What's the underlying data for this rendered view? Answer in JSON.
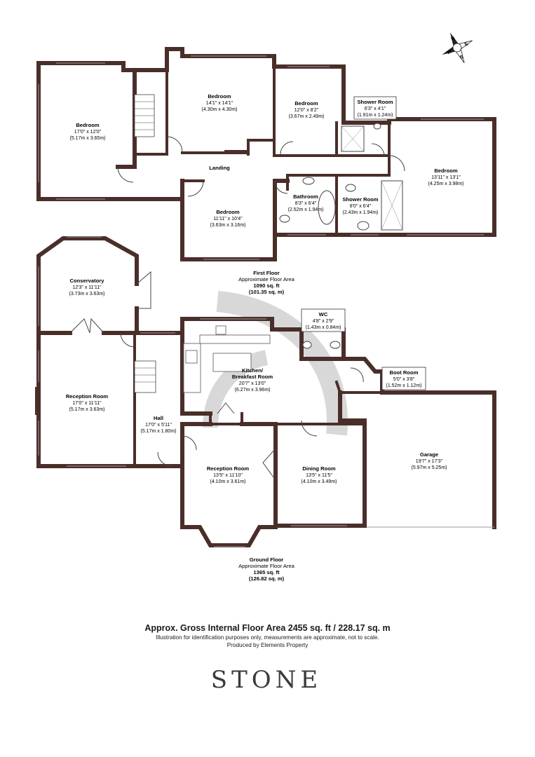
{
  "rooms": {
    "bedroom_1": {
      "name": "Bedroom",
      "imperial": "17'0\" x 12'0\"",
      "metric": "(5.17m x 3.65m)"
    },
    "bedroom_2": {
      "name": "Bedroom",
      "imperial": "14'1\" x 14'1\"",
      "metric": "(4.30m x 4.30m)"
    },
    "bedroom_3": {
      "name": "Bedroom",
      "imperial": "12'0\" x 8'2\"",
      "metric": "(3.67m x 2.49m)"
    },
    "shower_room_1": {
      "name": "Shower Room",
      "imperial": "6'3\" x 4'1\"",
      "metric": "(1.91m x 1.24m)"
    },
    "bedroom_4": {
      "name": "Bedroom",
      "imperial": "13'11\" x 13'1\"",
      "metric": "(4.25m x 3.98m)"
    },
    "landing": {
      "name": "Landing"
    },
    "bathroom": {
      "name": "Bathroom",
      "imperial": "8'3\" x 6'4\"",
      "metric": "(2.52m x 1.94m)"
    },
    "shower_room_2": {
      "name": "Shower Room",
      "imperial": "8'0\" x 6'4\"",
      "metric": "(2.43m x 1.94m)"
    },
    "bedroom_5": {
      "name": "Bedroom",
      "imperial": "11'11\" x 10'4\"",
      "metric": "(3.63m x 3.16m)"
    },
    "conservatory": {
      "name": "Conservatory",
      "imperial": "12'3\" x 11'11\"",
      "metric": "(3.73m x 3.63m)"
    },
    "wc": {
      "name": "WC",
      "imperial": "4'8\" x 2'9\"",
      "metric": "(1.43m x 0.84m)"
    },
    "kitchen": {
      "name": "Kitchen/",
      "name2": "Breakfast Room",
      "imperial": "20'7\" x 13'0\"",
      "metric": "(6.27m x 3.96m)"
    },
    "boot_room": {
      "name": "Boot Room",
      "imperial": "5'0\" x 3'8\"",
      "metric": "(1.52m x 1.12m)"
    },
    "reception_1": {
      "name": "Reception Room",
      "imperial": "17'0\" x 11'11\"",
      "metric": "(5.17m x 3.63m)"
    },
    "hall": {
      "name": "Hall",
      "imperial": "17'0\" x 5'11\"",
      "metric": "(5.17m x 1.80m)"
    },
    "garage": {
      "name": "Garage",
      "imperial": "19'7\" x 17'3\"",
      "metric": "(5.97m x 5.25m)"
    },
    "reception_2": {
      "name": "Reception Room",
      "imperial": "13'5\" x 11'10\"",
      "metric": "(4.10m x 3.61m)"
    },
    "dining": {
      "name": "Dining Room",
      "imperial": "13'5\" x 11'5\"",
      "metric": "(4.10m x 3.49m)"
    }
  },
  "first_floor": {
    "line1": "First Floor",
    "line2": "Approximate Floor Area",
    "line3": "1090 sq. ft",
    "line4": "(101.35 sq. m)"
  },
  "ground_floor": {
    "line1": "Ground Floor",
    "line2": "Approximate Floor Area",
    "line3": "1365 sq. ft",
    "line4": "(126.82 sq. m)"
  },
  "compass": {
    "n": "N",
    "e": "E",
    "s": "S",
    "w": "W"
  },
  "footer": {
    "gross": "Approx. Gross Internal Floor Area 2455 sq. ft / 228.17 sq. m",
    "disclaimer": "Illustration for identification purposes only, measurements are approximate, not to scale.",
    "producer": "Produced by Elements Property"
  },
  "logo": {
    "text": "STONE"
  },
  "colors": {
    "wall": "#4a2e2a",
    "watermark": "#d8d8d8"
  }
}
